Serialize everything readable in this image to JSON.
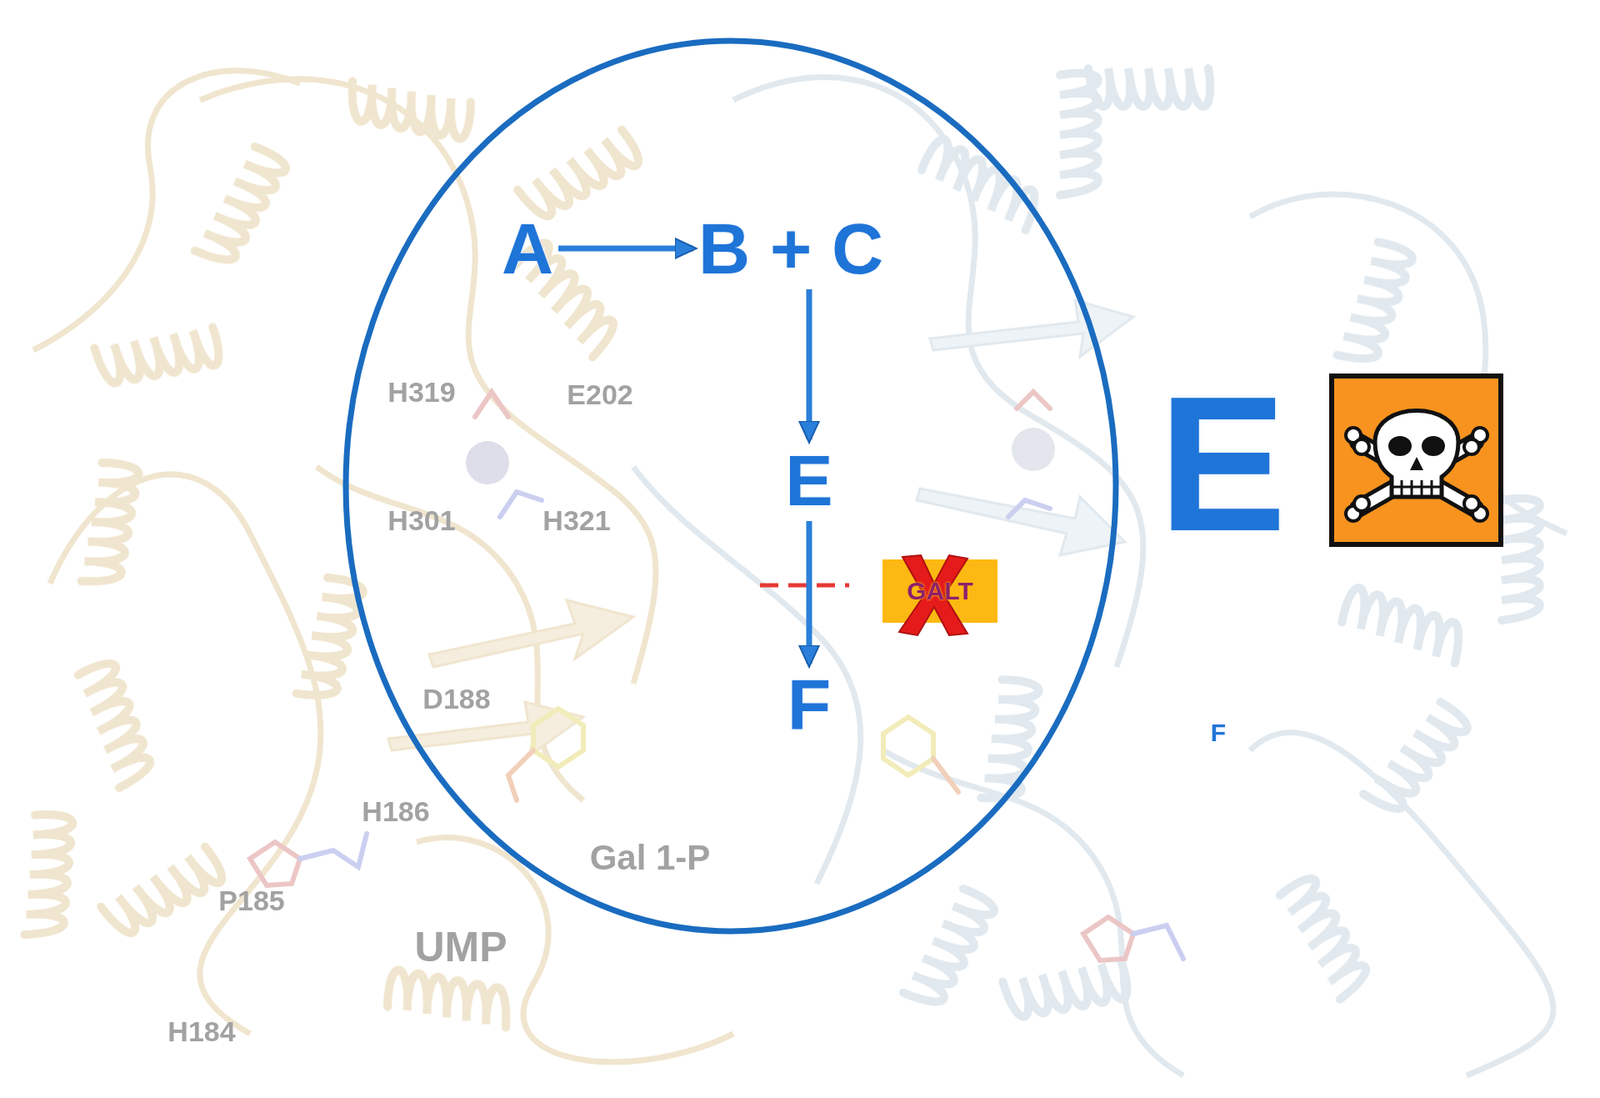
{
  "diagram": {
    "nodes": [
      {
        "text": [
          "A"
        ]
      },
      {
        "text": [
          "B + C"
        ]
      },
      {
        "text": [
          "E"
        ]
      },
      {
        "text": [
          "F"
        ]
      },
      {
        "text": [
          "GALT"
        ]
      }
    ],
    "edges": [
      {
        "from": 0,
        "to": 1,
        "arrow": "to"
      },
      {
        "from": 1,
        "to": 2,
        "arrow": "to"
      },
      {
        "from": 2,
        "to": 3,
        "arrow": "to"
      }
    ],
    "labels": [
      "H319",
      "E202",
      "E",
      "H301",
      "H321",
      "D188",
      "F",
      "H186",
      "Gal 1-P",
      "P185",
      "UMP",
      "H184"
    ]
  }
}
